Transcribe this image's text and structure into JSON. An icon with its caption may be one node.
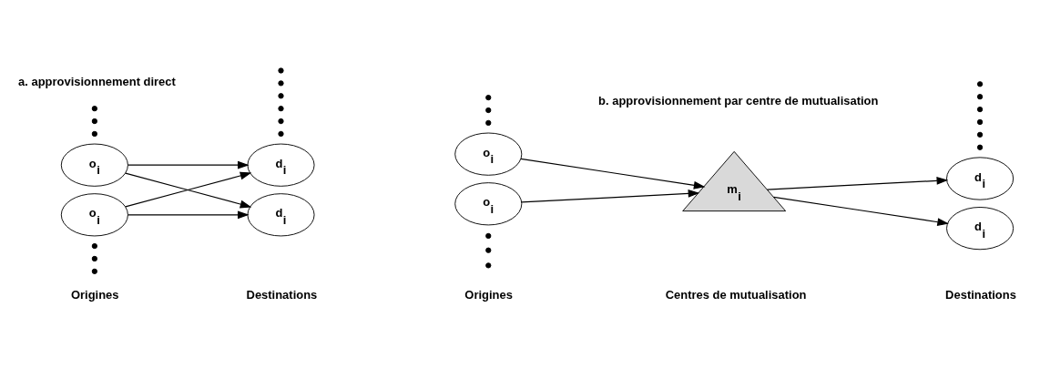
{
  "diagram": {
    "nodes": [
      {
        "text": [
          "o$_{i}$"
        ]
      },
      {
        "text": [
          "o$_{i}$"
        ]
      },
      {
        "text": [
          "d$_{i}$"
        ]
      },
      {
        "text": [
          "d$_{i}$"
        ]
      },
      {
        "text": [
          "o$_{i}$"
        ]
      },
      {
        "text": [
          "o$_{i}$"
        ]
      },
      {
        "text": [
          "m$_{i}$"
        ]
      },
      {
        "text": [
          "d$_{i}$"
        ]
      },
      {
        "text": [
          "d$_{i}$"
        ]
      }
    ],
    "edges": [
      {
        "from": 0,
        "to": 2,
        "arrow": "to"
      },
      {
        "from": 0,
        "to": 3,
        "arrow": "to"
      },
      {
        "from": 1,
        "to": 2,
        "arrow": "to"
      },
      {
        "from": 1,
        "to": 3,
        "arrow": "to"
      },
      {
        "from": 4,
        "to": 6,
        "arrow": "to"
      },
      {
        "from": 5,
        "to": 6,
        "arrow": "to"
      },
      {
        "from": 6,
        "to": 7,
        "arrow": "to"
      },
      {
        "from": 6,
        "to": 8,
        "arrow": "to"
      }
    ],
    "labels": [
      "Origines",
      "Destinations",
      "Origines",
      "Centres de mutualisation",
      "Destinations",
      "a. approvisionnement direct",
      "b. approvisionnement par centre de mutualisation"
    ]
  }
}
